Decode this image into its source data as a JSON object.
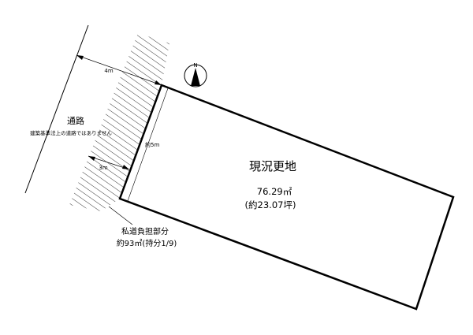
{
  "north_label": "N",
  "plot": {
    "title": "現況更地",
    "area_m2": "76.29㎡",
    "area_tsubo": "(約23.07坪)"
  },
  "road": {
    "label": "通路",
    "note": "建築基準法上の道路ではありません"
  },
  "dimensions": {
    "top_width": "4m",
    "frontage": "約5m",
    "bottom_width": "3m"
  },
  "private_road": {
    "label": "私道負担部分",
    "detail": "約93㎡(持分1/9)"
  }
}
